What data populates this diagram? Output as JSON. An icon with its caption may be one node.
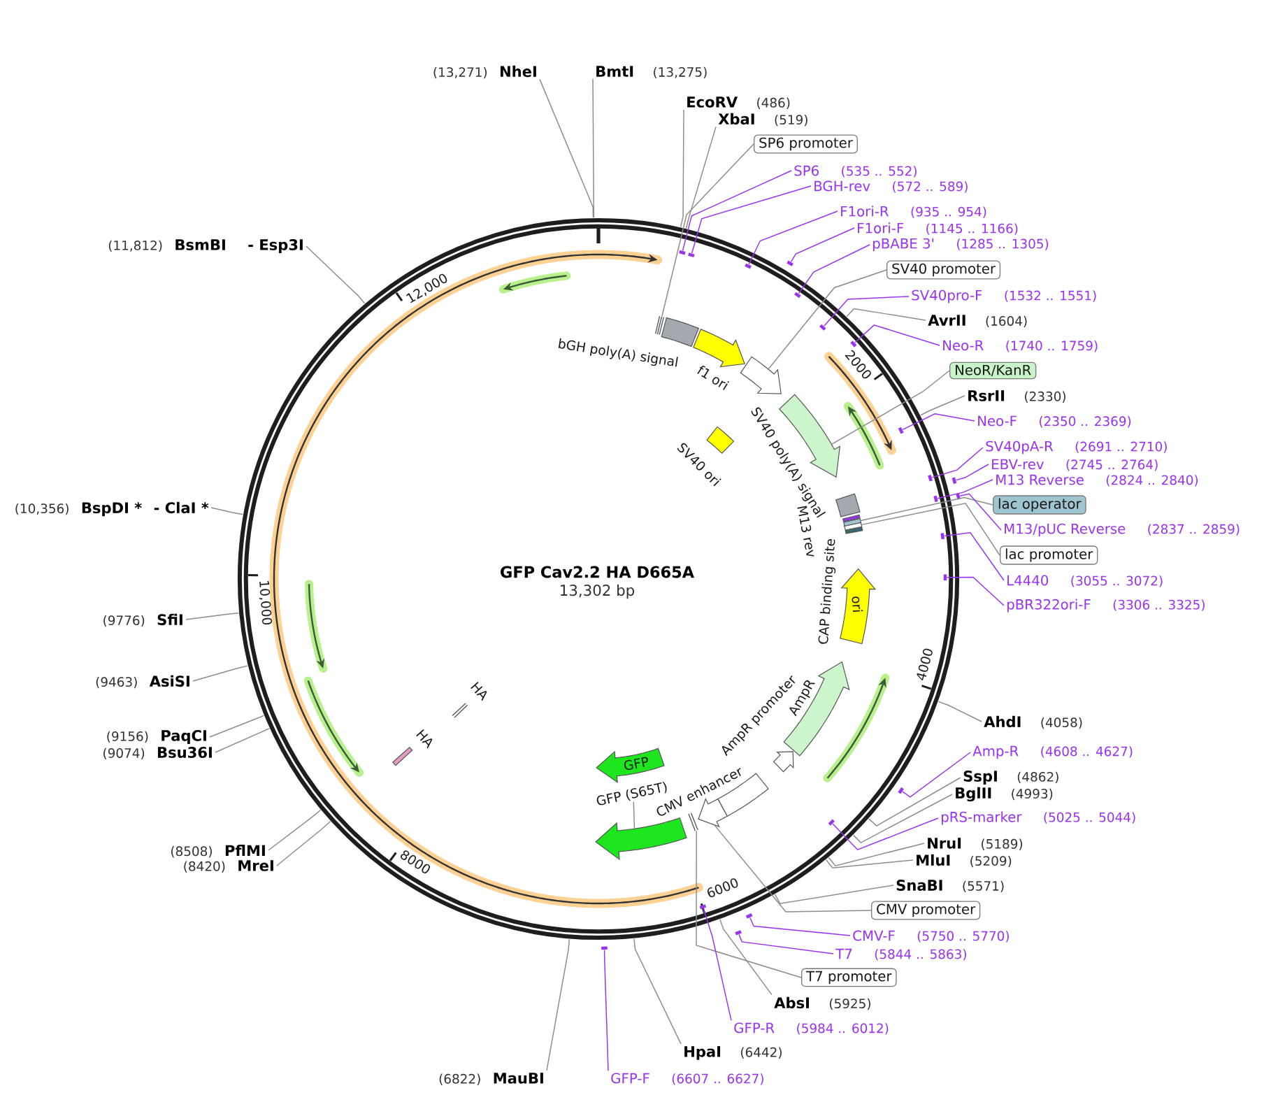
{
  "diagram": {
    "title": "GFP Cav2.2 HA D665A",
    "nodes": [
      {
        "text": [
          "NheI"
        ],
        "beside": [
          "(13,271)"
        ]
      },
      {
        "text": [
          "BmtI"
        ],
        "beside": [
          "(13,275)"
        ]
      },
      {
        "text": [
          "EcoRV"
        ],
        "beside": [
          "(486)"
        ]
      },
      {
        "text": [
          "XbaI"
        ],
        "beside": [
          "(519)"
        ]
      },
      {
        "text": [
          "SP6 promoter"
        ]
      },
      {
        "text": [
          "SP6"
        ],
        "beside": [
          "(535 .. 552)"
        ]
      },
      {
        "text": [
          "BGH-rev"
        ],
        "beside": [
          "(572 .. 589)"
        ]
      },
      {
        "text": [
          "F1ori-R"
        ],
        "beside": [
          "(935 .. 954)"
        ]
      },
      {
        "text": [
          "F1ori-F"
        ],
        "beside": [
          "(1145 .. 1166)"
        ]
      },
      {
        "text": [
          "pBABE 3'"
        ],
        "beside": [
          "(1285 .. 1305)"
        ]
      },
      {
        "text": [
          "SV40 promoter"
        ]
      },
      {
        "text": [
          "SV40pro-F"
        ],
        "beside": [
          "(1532 .. 1551)"
        ]
      },
      {
        "text": [
          "AvrII"
        ],
        "beside": [
          "(1604)"
        ]
      },
      {
        "text": [
          "Neo-R"
        ],
        "beside": [
          "(1740 .. 1759)"
        ]
      },
      {
        "text": [
          "NeoR/KanR"
        ]
      },
      {
        "text": [
          "RsrII"
        ],
        "beside": [
          "(2330)"
        ]
      },
      {
        "text": [
          "Neo-F"
        ],
        "beside": [
          "(2350 .. 2369)"
        ]
      },
      {
        "text": [
          "SV40pA-R"
        ],
        "beside": [
          "(2691 .. 2710)"
        ]
      },
      {
        "text": [
          "EBV-rev"
        ],
        "beside": [
          "(2745 .. 2764)"
        ]
      },
      {
        "text": [
          "M13 Reverse"
        ],
        "beside": [
          "(2824 .. 2840)"
        ]
      },
      {
        "text": [
          "lac operator"
        ]
      },
      {
        "text": [
          "M13/pUC Reverse"
        ],
        "beside": [
          "(2837 .. 2859)"
        ]
      },
      {
        "text": [
          "lac promoter"
        ]
      },
      {
        "text": [
          "L4440"
        ],
        "beside": [
          "(3055 .. 3072)"
        ]
      },
      {
        "text": [
          "pBR322ori-F"
        ],
        "beside": [
          "(3306 .. 3325)"
        ]
      },
      {
        "text": [
          "AhdI"
        ],
        "beside": [
          "(4058)"
        ]
      },
      {
        "text": [
          "Amp-R"
        ],
        "beside": [
          "(4608 .. 4627)"
        ]
      },
      {
        "text": [
          "SspI"
        ],
        "beside": [
          "(4862)"
        ]
      },
      {
        "text": [
          "BglII"
        ],
        "beside": [
          "(4993)"
        ]
      },
      {
        "text": [
          "pRS-marker"
        ],
        "beside": [
          "(5025 .. 5044)"
        ]
      },
      {
        "text": [
          "NruI"
        ],
        "beside": [
          "(5189)"
        ]
      },
      {
        "text": [
          "MluI"
        ],
        "beside": [
          "(5209)"
        ]
      },
      {
        "text": [
          "SnaBI"
        ],
        "beside": [
          "(5571)"
        ]
      },
      {
        "text": [
          "CMV promoter"
        ]
      },
      {
        "text": [
          "CMV-F"
        ],
        "beside": [
          "(5750 .. 5770)"
        ]
      },
      {
        "text": [
          "T7"
        ],
        "beside": [
          "(5844 .. 5863)"
        ]
      },
      {
        "text": [
          "T7 promoter"
        ]
      },
      {
        "text": [
          "AbsI"
        ],
        "beside": [
          "(5925)"
        ]
      },
      {
        "text": [
          "GFP-R"
        ],
        "beside": [
          "(5984 .. 6012)"
        ]
      },
      {
        "text": [
          "HpaI"
        ],
        "beside": [
          "(6442)"
        ]
      },
      {
        "text": [
          "GFP-F"
        ],
        "beside": [
          "(6607 .. 6627)"
        ]
      },
      {
        "text": [
          "MauBI"
        ],
        "beside": [
          "(6822)"
        ]
      },
      {
        "text": [
          "MreI"
        ],
        "beside": [
          "(8420)"
        ]
      },
      {
        "text": [
          "PflMI"
        ],
        "beside": [
          "(8508)"
        ]
      },
      {
        "text": [
          "Bsu36I"
        ],
        "beside": [
          "(9074)"
        ]
      },
      {
        "text": [
          "PaqCI"
        ],
        "beside": [
          "(9156)"
        ]
      },
      {
        "text": [
          "AsiSI"
        ],
        "beside": [
          "(9463)"
        ]
      },
      {
        "text": [
          "SfiI"
        ],
        "beside": [
          "(9776)"
        ]
      },
      {
        "text": [
          "BspDI *",
          "- ClaI *"
        ],
        "beside": [
          "(10,356)"
        ]
      },
      {
        "text": [
          "BsmBI",
          "- Esp3I"
        ],
        "beside": [
          "(11,812)"
        ]
      },
      {
        "text": [],
        "shape": "bar"
      },
      {
        "text": [
          "bGH poly(A) signal"
        ]
      },
      {
        "text": [
          "f1 ori"
        ]
      },
      {
        "text": [],
        "shape": "arrow"
      },
      {
        "text": [],
        "shape": "arrow"
      },
      {
        "text": [
          "SV40 ori"
        ]
      },
      {
        "text": [
          "SV40 poly(A) signal"
        ]
      },
      {
        "text": [
          "M13 rev"
        ]
      },
      {
        "text": [],
        "shape": "bar"
      },
      {
        "text": [],
        "shape": "bar"
      },
      {
        "text": [
          "CAP binding site"
        ]
      },
      {
        "text": [
          "ori"
        ]
      },
      {
        "text": [
          "AmpR"
        ]
      },
      {
        "text": [
          "AmpR promoter"
        ]
      },
      {
        "text": [
          "CMV enhancer"
        ]
      },
      {
        "text": [],
        "shape": "arrow"
      },
      {
        "text": [],
        "shape": "bar"
      },
      {
        "text": [
          "GFP"
        ]
      },
      {
        "text": [
          "GFP (S65T)"
        ]
      },
      {
        "text": [
          "HA"
        ]
      },
      {
        "text": [
          "HA"
        ]
      },
      {
        "text": [],
        "shape": "bar"
      },
      {
        "text": [],
        "shape": "bar"
      },
      {
        "text": [],
        "shape": "bar"
      },
      {
        "text": [],
        "shape": "bar"
      },
      {
        "text": [],
        "shape": "bar"
      },
      {
        "text": [],
        "shape": "bar"
      },
      {
        "text": [],
        "shape": "bar"
      },
      {
        "text": [],
        "shape": "bar"
      },
      {
        "text": [],
        "shape": "bar"
      },
      {
        "text": [],
        "shape": "bar"
      },
      {
        "text": [],
        "shape": "bar"
      },
      {
        "text": [],
        "shape": "bar"
      },
      {
        "text": [],
        "shape": "bar"
      },
      {
        "text": [],
        "shape": "bar"
      },
      {
        "text": [],
        "shape": "bar"
      },
      {
        "text": [],
        "shape": "bar"
      },
      {
        "text": [],
        "shape": "bar"
      },
      {
        "text": [],
        "shape": "bar"
      },
      {
        "text": [],
        "shape": "bar"
      },
      {
        "text": [],
        "shape": "bar"
      },
      {
        "text": [],
        "shape": "arrow"
      }
    ],
    "edges": [
      {
        "from": 0,
        "to": null,
        "arrow": "none"
      },
      {
        "from": 1,
        "to": null,
        "arrow": "none"
      },
      {
        "from": 2,
        "to": null,
        "arrow": "none"
      },
      {
        "from": 3,
        "to": null,
        "arrow": "none"
      },
      {
        "from": 4,
        "to": 50,
        "arrow": "none"
      },
      {
        "from": 5,
        "to": 71,
        "arrow": "none",
        "color": "#9933ee"
      },
      {
        "from": 6,
        "to": 72,
        "arrow": "none",
        "color": "#9933ee"
      },
      {
        "from": 7,
        "to": 73,
        "arrow": "none",
        "color": "#9933ee"
      },
      {
        "from": 8,
        "to": 74,
        "arrow": "none",
        "color": "#9933ee"
      },
      {
        "from": 9,
        "to": 75,
        "arrow": "none",
        "color": "#9933ee"
      },
      {
        "from": 10,
        "to": 53,
        "arrow": "none"
      },
      {
        "from": 11,
        "to": 76,
        "arrow": "none",
        "color": "#9933ee"
      },
      {
        "from": 12,
        "to": null,
        "arrow": "none"
      },
      {
        "from": 13,
        "to": 77,
        "arrow": "none",
        "color": "#9933ee"
      },
      {
        "from": 14,
        "to": 54,
        "arrow": "none"
      },
      {
        "from": 15,
        "to": null,
        "arrow": "none"
      },
      {
        "from": 16,
        "to": 78,
        "arrow": "none",
        "color": "#9933ee"
      },
      {
        "from": 17,
        "to": 79,
        "arrow": "none",
        "color": "#9933ee"
      },
      {
        "from": 18,
        "to": 80,
        "arrow": "none",
        "color": "#9933ee"
      },
      {
        "from": 19,
        "to": 81,
        "arrow": "none",
        "color": "#9933ee"
      },
      {
        "from": 20,
        "to": 58,
        "arrow": "none"
      },
      {
        "from": 21,
        "to": 82,
        "arrow": "none",
        "color": "#9933ee"
      },
      {
        "from": 22,
        "to": 59,
        "arrow": "none"
      },
      {
        "from": 23,
        "to": 83,
        "arrow": "none",
        "color": "#9933ee"
      },
      {
        "from": 24,
        "to": 84,
        "arrow": "none",
        "color": "#9933ee"
      },
      {
        "from": 25,
        "to": null,
        "arrow": "none"
      },
      {
        "from": 26,
        "to": 85,
        "arrow": "none",
        "color": "#9933ee"
      },
      {
        "from": 27,
        "to": null,
        "arrow": "none"
      },
      {
        "from": 28,
        "to": null,
        "arrow": "none"
      },
      {
        "from": 29,
        "to": 86,
        "arrow": "none",
        "color": "#9933ee"
      },
      {
        "from": 30,
        "to": null,
        "arrow": "none"
      },
      {
        "from": 31,
        "to": null,
        "arrow": "none"
      },
      {
        "from": 32,
        "to": null,
        "arrow": "none"
      },
      {
        "from": 33,
        "to": 65,
        "arrow": "none"
      },
      {
        "from": 34,
        "to": 87,
        "arrow": "none",
        "color": "#9933ee"
      },
      {
        "from": 35,
        "to": 88,
        "arrow": "none",
        "color": "#9933ee"
      },
      {
        "from": 36,
        "to": 66,
        "arrow": "none"
      },
      {
        "from": 37,
        "to": null,
        "arrow": "none"
      },
      {
        "from": 38,
        "to": 89,
        "arrow": "none",
        "color": "#9933ee"
      },
      {
        "from": 39,
        "to": null,
        "arrow": "none"
      },
      {
        "from": 40,
        "to": 90,
        "arrow": "none",
        "color": "#9933ee"
      },
      {
        "from": 41,
        "to": null,
        "arrow": "none"
      },
      {
        "from": 42,
        "to": null,
        "arrow": "none"
      },
      {
        "from": 43,
        "to": null,
        "arrow": "none"
      },
      {
        "from": 44,
        "to": null,
        "arrow": "none"
      },
      {
        "from": 45,
        "to": null,
        "arrow": "none"
      },
      {
        "from": 46,
        "to": null,
        "arrow": "none"
      },
      {
        "from": 47,
        "to": null,
        "arrow": "none"
      },
      {
        "from": 48,
        "to": null,
        "arrow": "none"
      },
      {
        "from": 49,
        "to": null,
        "arrow": "none"
      },
      {
        "from": 68,
        "to": 91,
        "arrow": "none"
      }
    ],
    "labels": [
      "13,302 bp",
      "2000",
      "4000",
      "6000",
      "8000",
      "10,000",
      "12,000"
    ]
  }
}
